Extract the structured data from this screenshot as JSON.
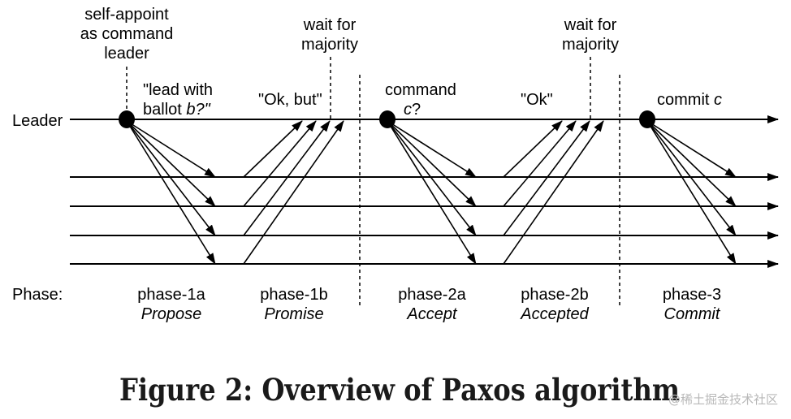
{
  "figure": {
    "caption": "Figure 2: Overview of Paxos algorithm",
    "watermark": "@稀土掘金技术社区"
  },
  "rows": {
    "leader_label": "Leader",
    "phase_label": "Phase:"
  },
  "annotations": {
    "self_appoint": [
      "self-appoint",
      "as command",
      "leader"
    ],
    "lead_with": [
      "\"lead with",
      "ballot ",
      "b?\""
    ],
    "ok_but": "\"Ok, but\"",
    "wait1": [
      "wait for",
      "majority"
    ],
    "command": [
      "command",
      "c",
      "?"
    ],
    "ok": "\"Ok\"",
    "wait2": [
      "wait for",
      "majority"
    ],
    "commit": [
      "commit ",
      "c"
    ]
  },
  "phases": [
    {
      "name": "phase-1a",
      "desc": "Propose"
    },
    {
      "name": "phase-1b",
      "desc": "Promise"
    },
    {
      "name": "phase-2a",
      "desc": "Accept"
    },
    {
      "name": "phase-2b",
      "desc": "Accepted"
    },
    {
      "name": "phase-3",
      "desc": "Commit"
    }
  ]
}
